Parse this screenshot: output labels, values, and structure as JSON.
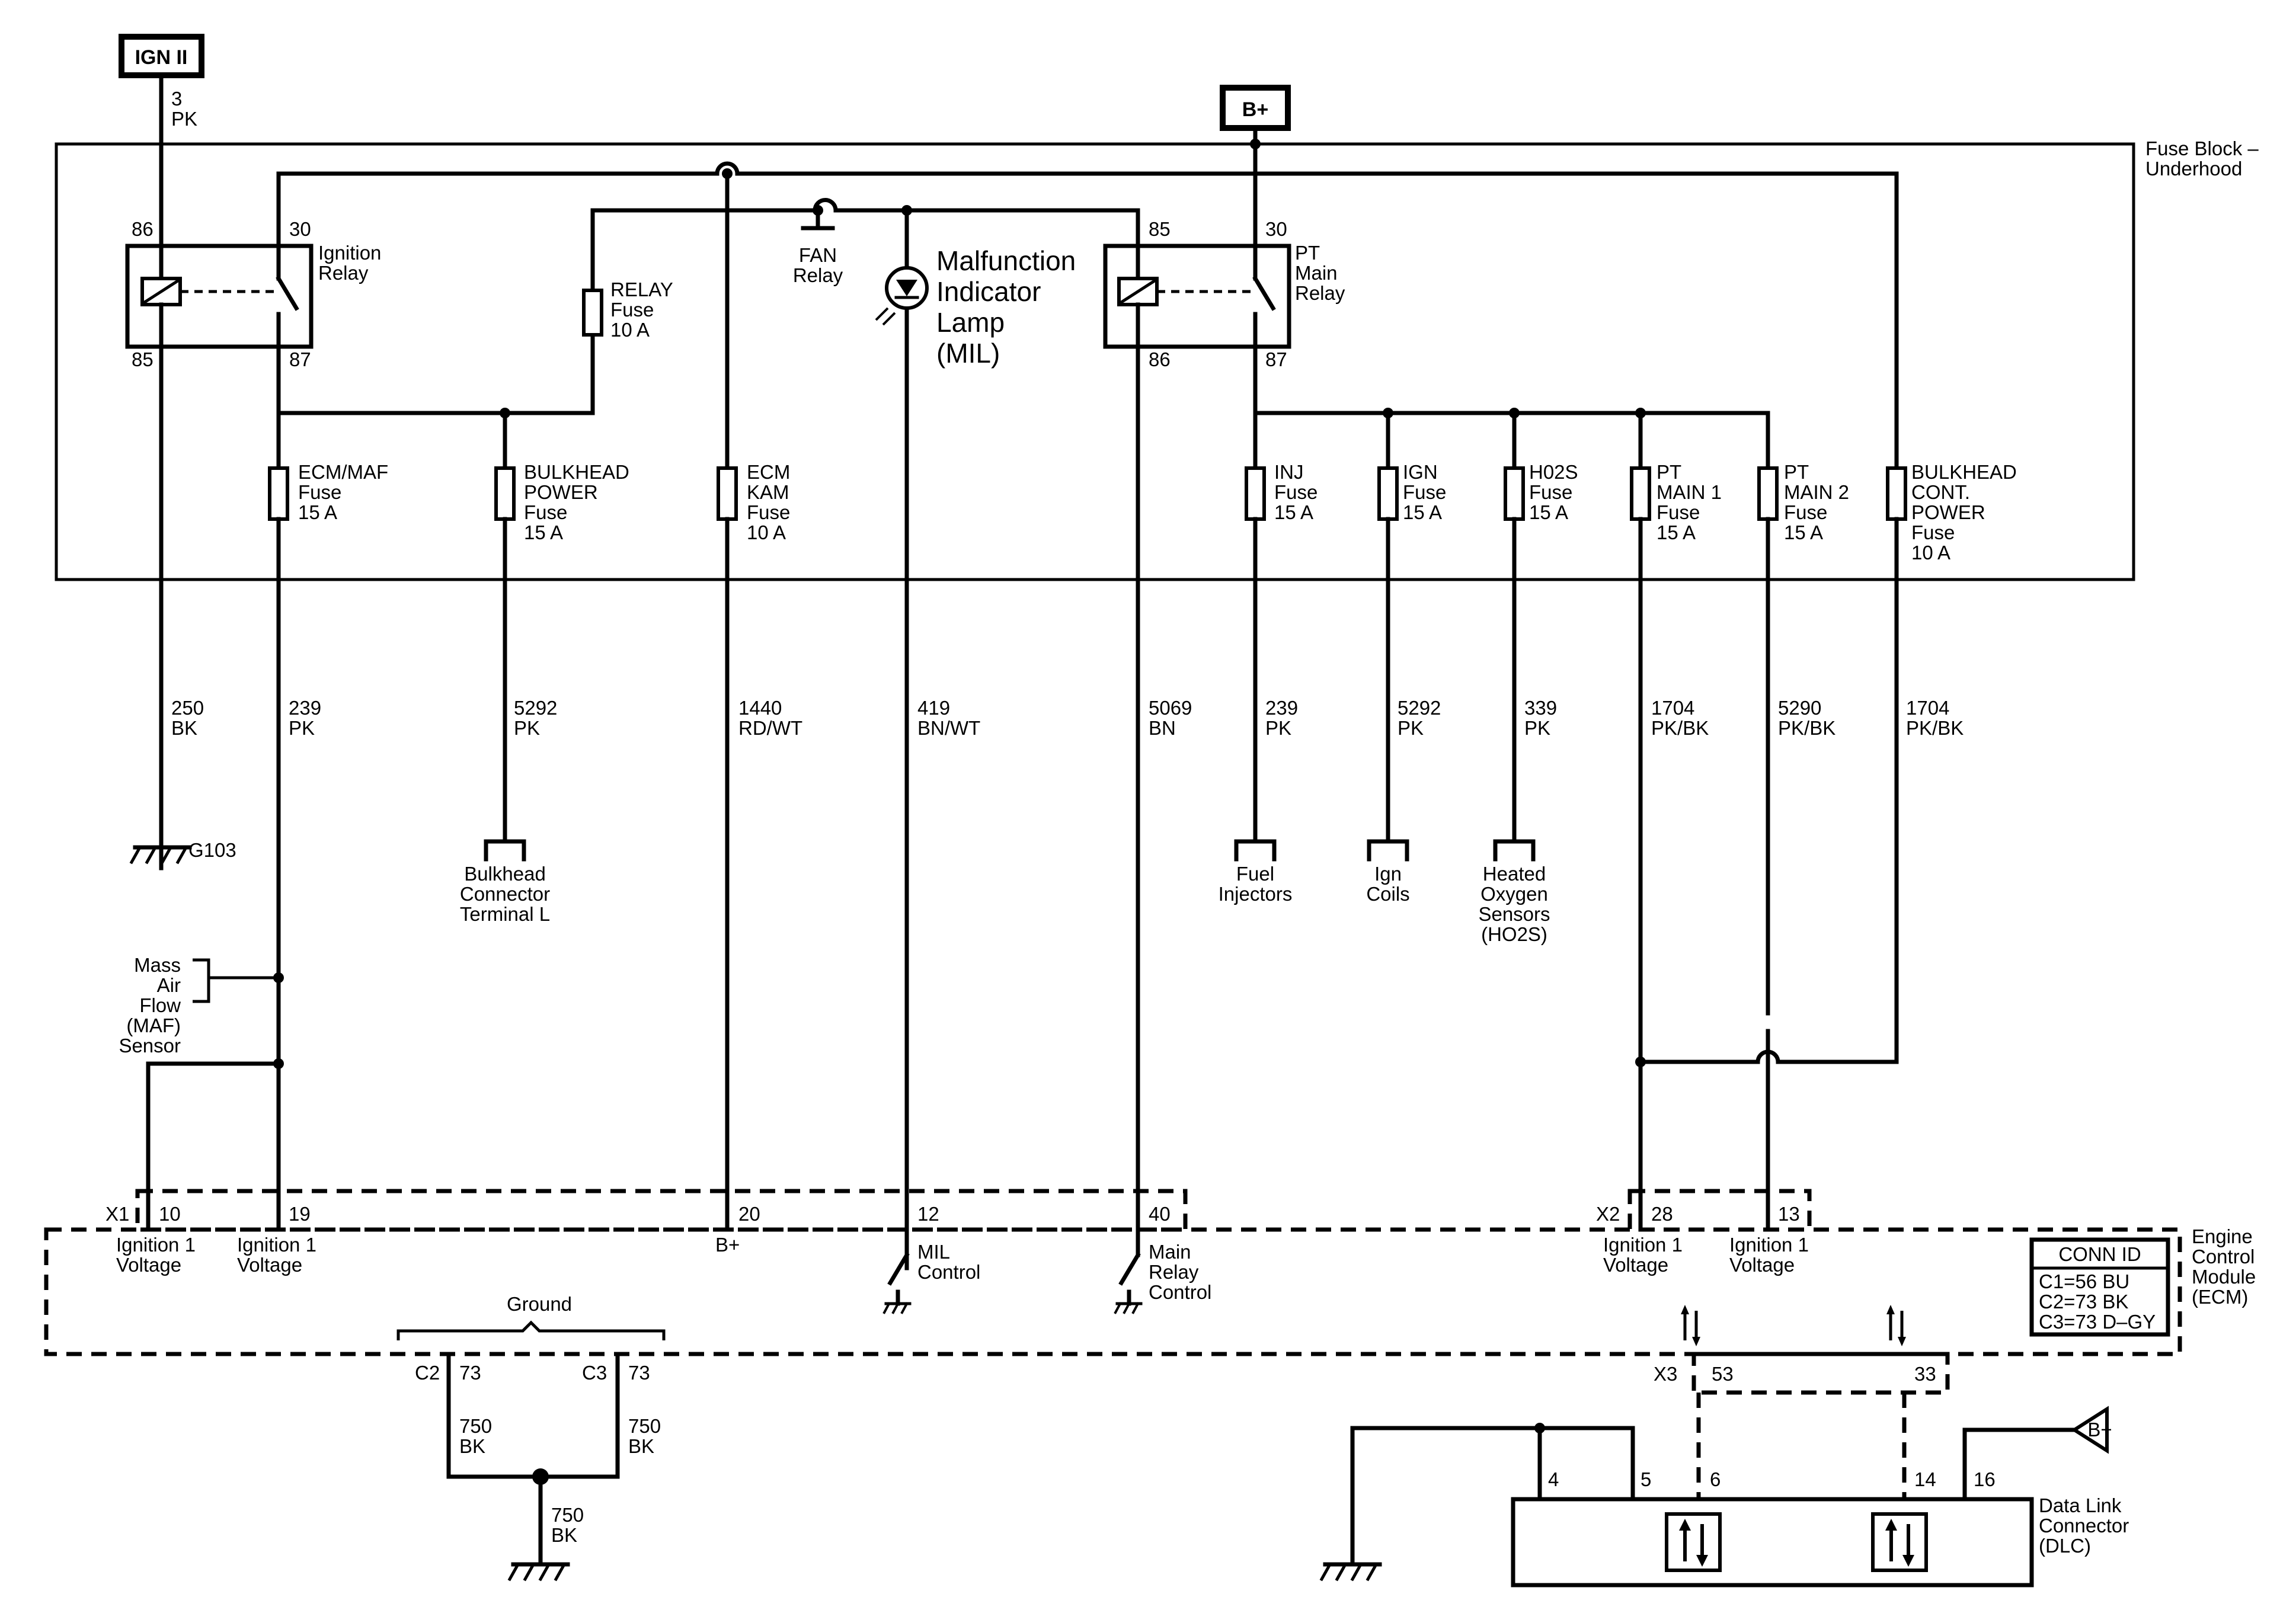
{
  "power": {
    "ign2": "IGN II",
    "bplus": "B+",
    "dlc_bplus": "B+"
  },
  "top_wire": {
    "circuit": "3",
    "color": "PK"
  },
  "fuse_block": {
    "title1": "Fuse Block –",
    "title2": "Underhood"
  },
  "ignition_relay": {
    "name1": "Ignition",
    "name2": "Relay",
    "p86": "86",
    "p30": "30",
    "p85": "85",
    "p87": "87"
  },
  "pt_main_relay": {
    "name1": "PT",
    "name2": "Main",
    "name3": "Relay",
    "p85": "85",
    "p30": "30",
    "p86": "86",
    "p87": "87"
  },
  "relay_fuse": {
    "l1": "RELAY",
    "l2": "Fuse",
    "l3": "10 A"
  },
  "fan_relay": {
    "l1": "FAN",
    "l2": "Relay"
  },
  "mil": {
    "l1": "Malfunction",
    "l2": "Indicator",
    "l3": "Lamp",
    "l4": "(MIL)"
  },
  "fuses": [
    {
      "l1": "ECM/MAF",
      "l2": "Fuse",
      "l3": "15 A",
      "l4": ""
    },
    {
      "l1": "BULKHEAD",
      "l2": "POWER",
      "l3": "Fuse",
      "l4": "15 A"
    },
    {
      "l1": "ECM",
      "l2": "KAM",
      "l3": "Fuse",
      "l4": "10 A"
    },
    {
      "l1": "INJ",
      "l2": "Fuse",
      "l3": "15 A",
      "l4": ""
    },
    {
      "l1": "IGN",
      "l2": "Fuse",
      "l3": "15 A",
      "l4": ""
    },
    {
      "l1": "H02S",
      "l2": "Fuse",
      "l3": "15 A",
      "l4": ""
    },
    {
      "l1": "PT",
      "l2": "MAIN 1",
      "l3": "Fuse",
      "l4": "15 A"
    },
    {
      "l1": "PT",
      "l2": "MAIN 2",
      "l3": "Fuse",
      "l4": "15 A"
    },
    {
      "l1": "BULKHEAD",
      "l2": "CONT.",
      "l3": "POWER",
      "l4": "Fuse",
      "l5": "10 A"
    }
  ],
  "wires": [
    {
      "circuit": "250",
      "color": "BK"
    },
    {
      "circuit": "239",
      "color": "PK"
    },
    {
      "circuit": "5292",
      "color": "PK"
    },
    {
      "circuit": "1440",
      "color": "RD/WT"
    },
    {
      "circuit": "419",
      "color": "BN/WT"
    },
    {
      "circuit": "5069",
      "color": "BN"
    },
    {
      "circuit": "239",
      "color": "PK"
    },
    {
      "circuit": "5292",
      "color": "PK"
    },
    {
      "circuit": "339",
      "color": "PK"
    },
    {
      "circuit": "1704",
      "color": "PK/BK"
    },
    {
      "circuit": "5290",
      "color": "PK/BK"
    },
    {
      "circuit": "1704",
      "color": "PK/BK"
    }
  ],
  "ground_g103": "G103",
  "bulkhead_connector": {
    "l1": "Bulkhead",
    "l2": "Connector",
    "l3": "Terminal L"
  },
  "fuel_injectors": {
    "l1": "Fuel",
    "l2": "Injectors"
  },
  "ign_coils": {
    "l1": "Ign",
    "l2": "Coils"
  },
  "ho2s": {
    "l1": "Heated",
    "l2": "Oxygen",
    "l3": "Sensors",
    "l4": "(HO2S)"
  },
  "maf": {
    "l1": "Mass",
    "l2": "Air",
    "l3": "Flow",
    "l4": "(MAF)",
    "l5": "Sensor"
  },
  "ecm": {
    "title1": "Engine",
    "title2": "Control",
    "title3": "Module",
    "title4": "(ECM)",
    "x1": "X1",
    "x2": "X2",
    "x3": "X3",
    "pins": {
      "p10": "10",
      "p19": "19",
      "p20": "20",
      "p12": "12",
      "p40": "40",
      "p28": "28",
      "p13": "13",
      "p53": "53",
      "p33": "33"
    },
    "ign1": "Ignition 1",
    "voltage": "Voltage",
    "bplus": "B+",
    "mil_control1": "MIL",
    "mil_control2": "Control",
    "mrc1": "Main",
    "mrc2": "Relay",
    "mrc3": "Control",
    "conn_id": {
      "title": "CONN ID",
      "c1": "C1=56 BU",
      "c2": "C2=73 BK",
      "c3": "C3=73 D–GY"
    },
    "ground_label": "Ground",
    "c2": "C2",
    "c3": "C3",
    "g73a": "73",
    "g73b": "73"
  },
  "ground_wires": [
    {
      "circuit": "750",
      "color": "BK"
    },
    {
      "circuit": "750",
      "color": "BK"
    },
    {
      "circuit": "750",
      "color": "BK"
    }
  ],
  "dlc": {
    "l1": "Data Link",
    "l2": "Connector",
    "l3": "(DLC)",
    "p4": "4",
    "p5": "5",
    "p6": "6",
    "p14": "14",
    "p16": "16"
  }
}
